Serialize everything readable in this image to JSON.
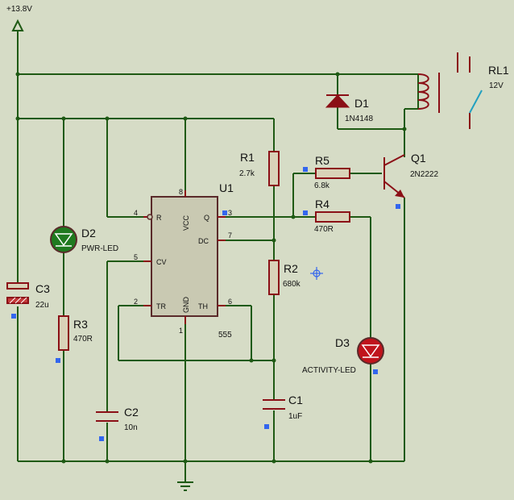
{
  "supply": {
    "label": "+13.8V"
  },
  "ic": {
    "ref": "U1",
    "type": "555",
    "pins": {
      "reset_num": "4",
      "reset": "R",
      "vcc_num": "8",
      "vcc": "VCC",
      "q_num": "3",
      "q": "Q",
      "dc_num": "7",
      "dc": "DC",
      "cv_num": "5",
      "cv": "CV",
      "tr_num": "2",
      "tr": "TR",
      "gnd_num": "1",
      "gnd": "GND",
      "th_num": "6",
      "th": "TH"
    }
  },
  "components": {
    "r1": {
      "ref": "R1",
      "value": "2.7k"
    },
    "r2": {
      "ref": "R2",
      "value": "680k"
    },
    "r3": {
      "ref": "R3",
      "value": "470R"
    },
    "r4": {
      "ref": "R4",
      "value": "470R"
    },
    "r5": {
      "ref": "R5",
      "value": "6.8k"
    },
    "c1": {
      "ref": "C1",
      "value": "1uF"
    },
    "c2": {
      "ref": "C2",
      "value": "10n"
    },
    "c3": {
      "ref": "C3",
      "value": "22u"
    },
    "d1": {
      "ref": "D1",
      "value": "1N4148"
    },
    "d2": {
      "ref": "D2",
      "value": "PWR-LED",
      "color": "#1f7a1f"
    },
    "d3": {
      "ref": "D3",
      "value": "ACTIVITY-LED",
      "color": "#c0141c"
    },
    "q1": {
      "ref": "Q1",
      "value": "2N2222"
    },
    "rl1": {
      "ref": "RL1",
      "value": "12V"
    }
  },
  "colors": {
    "background": "#d6dcc6",
    "wire": "#1f5a14",
    "component": "#8b0f16",
    "marker": "#3366ee"
  }
}
